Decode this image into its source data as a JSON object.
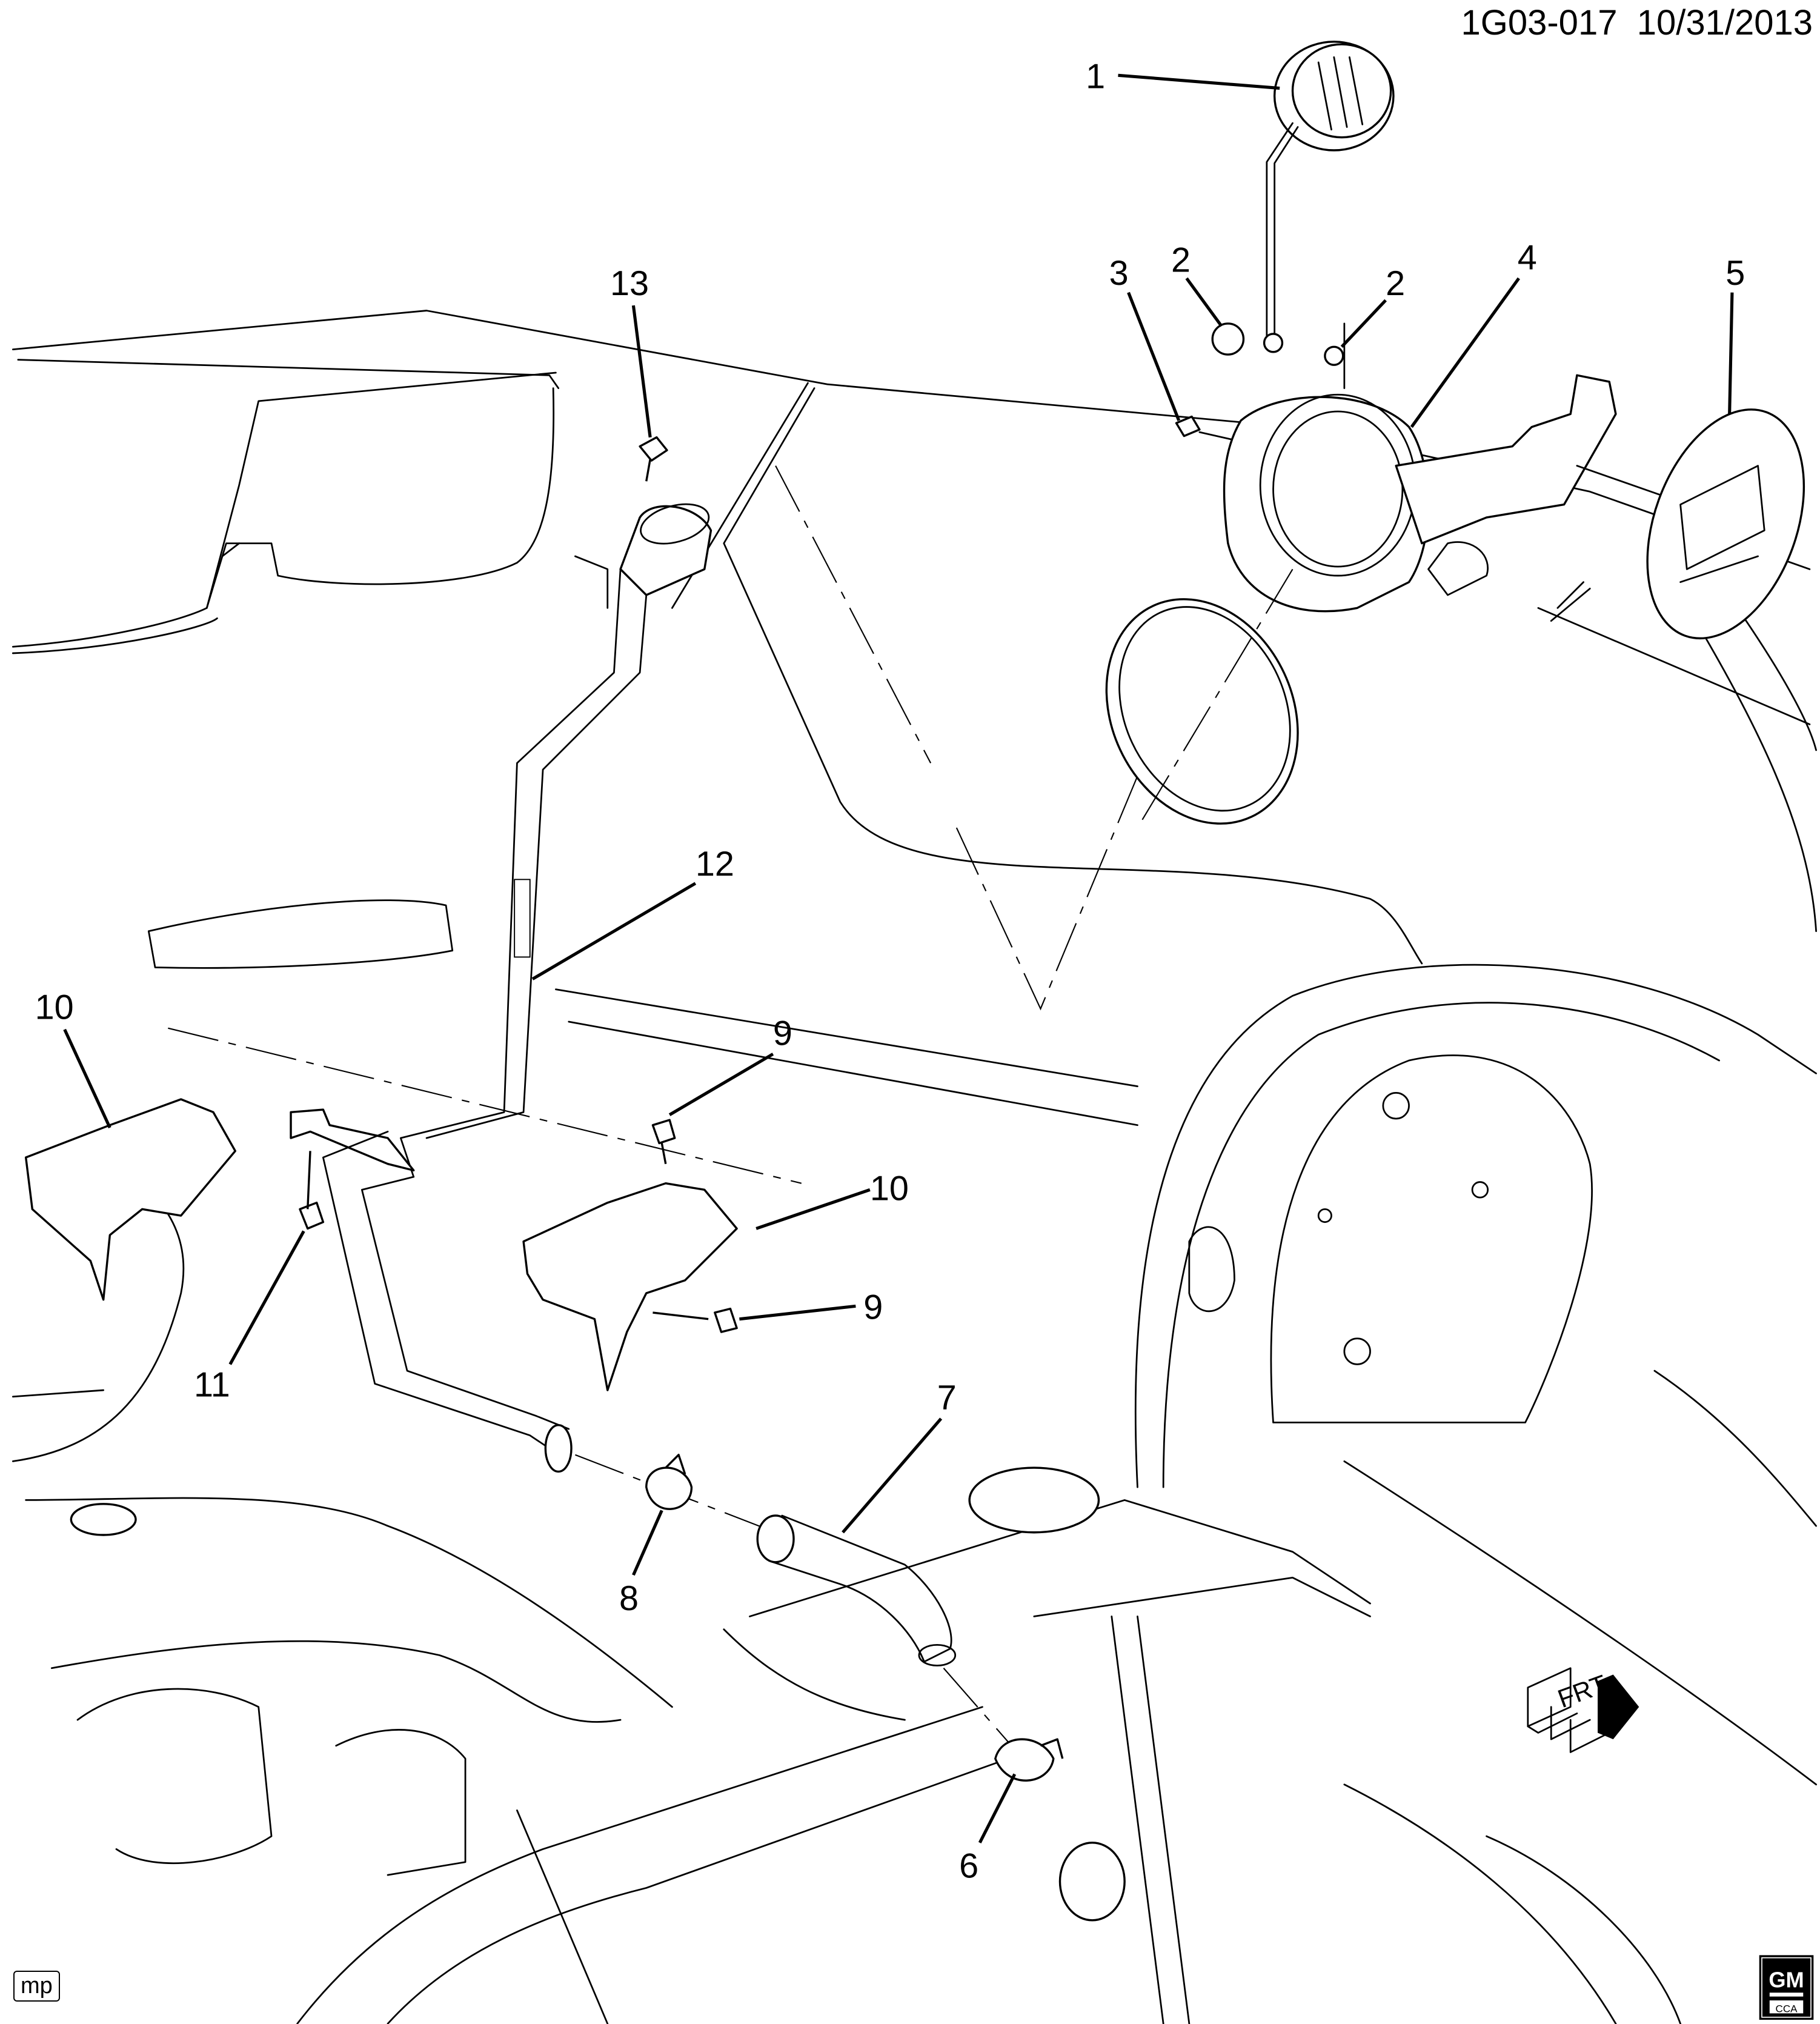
{
  "header": {
    "diagram_id": "1G03-017",
    "date": "10/31/2013"
  },
  "callouts": {
    "c1": "1",
    "c2a": "2",
    "c2b": "2",
    "c3": "3",
    "c4": "4",
    "c5": "5",
    "c6": "6",
    "c7": "7",
    "c8": "8",
    "c9a": "9",
    "c9b": "9",
    "c10a": "10",
    "c10b": "10",
    "c11": "11",
    "c12": "12",
    "c13": "13"
  },
  "direction_indicator": "FRT",
  "footer": {
    "initials": "mp"
  },
  "logo": {
    "brand": "GM",
    "sub": "CCA"
  }
}
